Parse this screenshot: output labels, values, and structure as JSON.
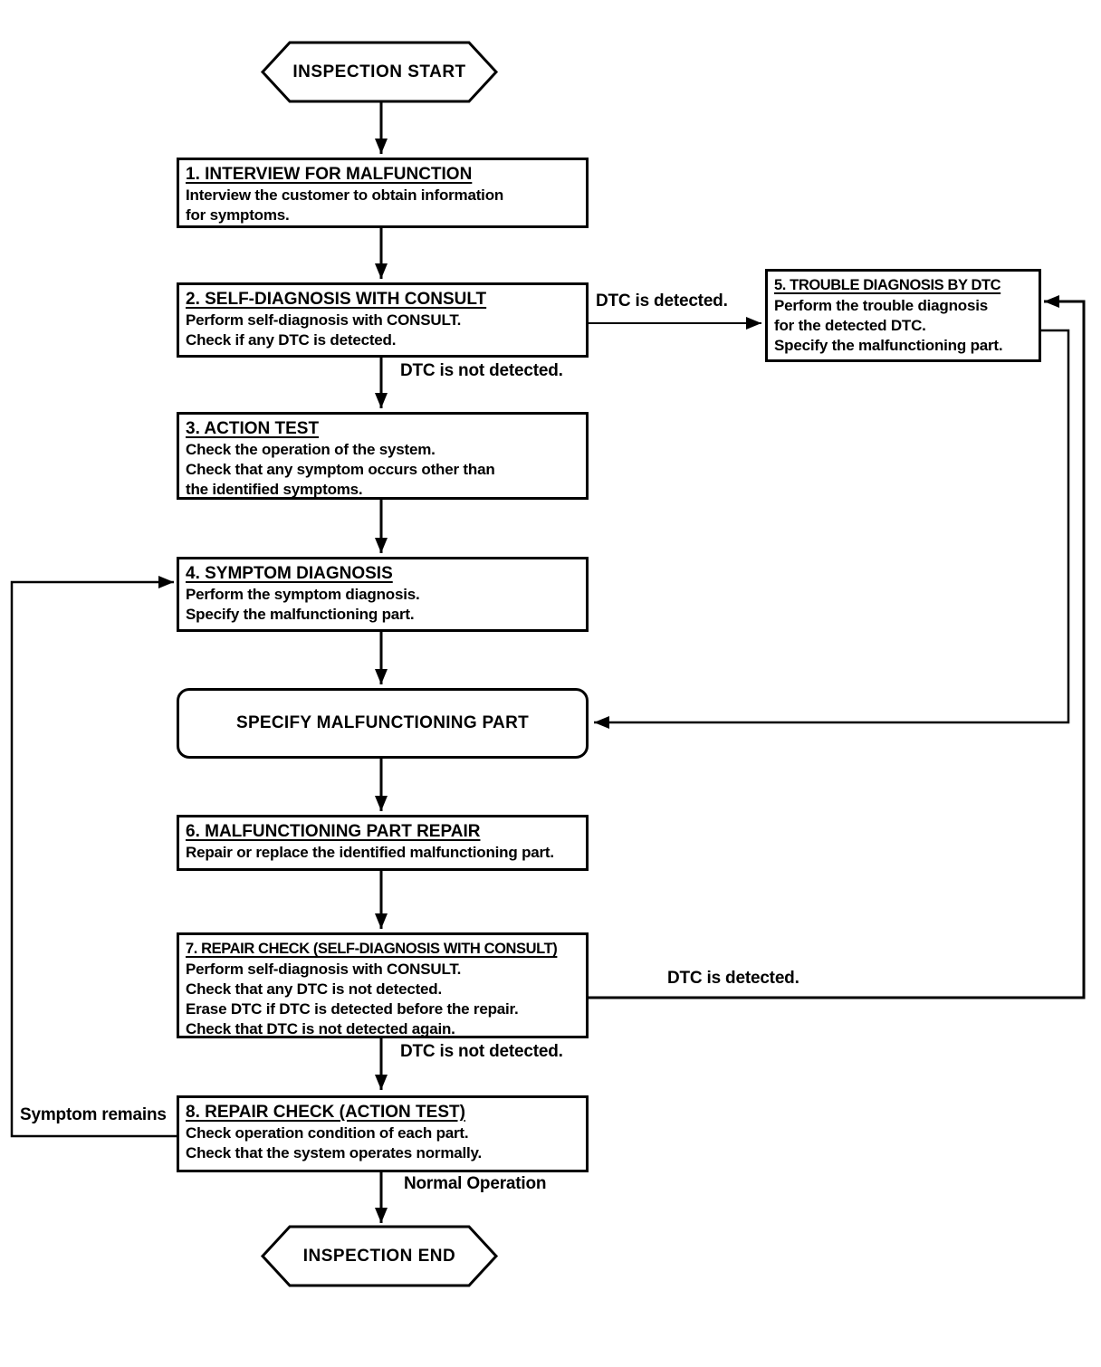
{
  "nodes": {
    "start": "INSPECTION START",
    "end": "INSPECTION END",
    "specify": "SPECIFY MALFUNCTIONING PART",
    "step1": {
      "title": "1. INTERVIEW FOR MALFUNCTION",
      "lines": [
        "Interview the customer to obtain information",
        "for symptoms."
      ]
    },
    "step2": {
      "title": "2. SELF-DIAGNOSIS WITH CONSULT",
      "lines": [
        "Perform self-diagnosis with CONSULT.",
        "Check if any DTC is detected."
      ]
    },
    "step3": {
      "title": "3. ACTION TEST",
      "lines": [
        "Check the operation of the system.",
        "Check that any symptom occurs other than",
        "the identified symptoms."
      ]
    },
    "step4": {
      "title": "4. SYMPTOM DIAGNOSIS",
      "lines": [
        "Perform the symptom diagnosis.",
        "Specify the malfunctioning part."
      ]
    },
    "step5": {
      "title": "5. TROUBLE DIAGNOSIS BY DTC",
      "lines": [
        "Perform the trouble diagnosis",
        "for the detected DTC.",
        "Specify the malfunctioning part."
      ]
    },
    "step6": {
      "title": "6. MALFUNCTIONING PART REPAIR",
      "lines": [
        "Repair or replace the identified malfunctioning part."
      ]
    },
    "step7": {
      "title": "7. REPAIR CHECK (SELF-DIAGNOSIS WITH CONSULT)",
      "lines": [
        "Perform self-diagnosis with CONSULT.",
        "Check that any DTC is not detected.",
        "Erase DTC if DTC is detected before the repair.",
        "Check that DTC is not detected again."
      ]
    },
    "step8": {
      "title": "8. REPAIR CHECK (ACTION TEST)",
      "lines": [
        "Check operation condition of each part.",
        "Check that the system operates normally."
      ]
    }
  },
  "edge_labels": {
    "dtc_detected_top": "DTC is detected.",
    "dtc_not_detected_top": "DTC is not detected.",
    "dtc_detected_bottom": "DTC is detected.",
    "dtc_not_detected_bottom": "DTC is not detected.",
    "normal_operation": "Normal Operation",
    "symptom_remains": "Symptom remains"
  },
  "colors": {
    "line": "#000000",
    "text": "#000000",
    "background": "#ffffff"
  }
}
